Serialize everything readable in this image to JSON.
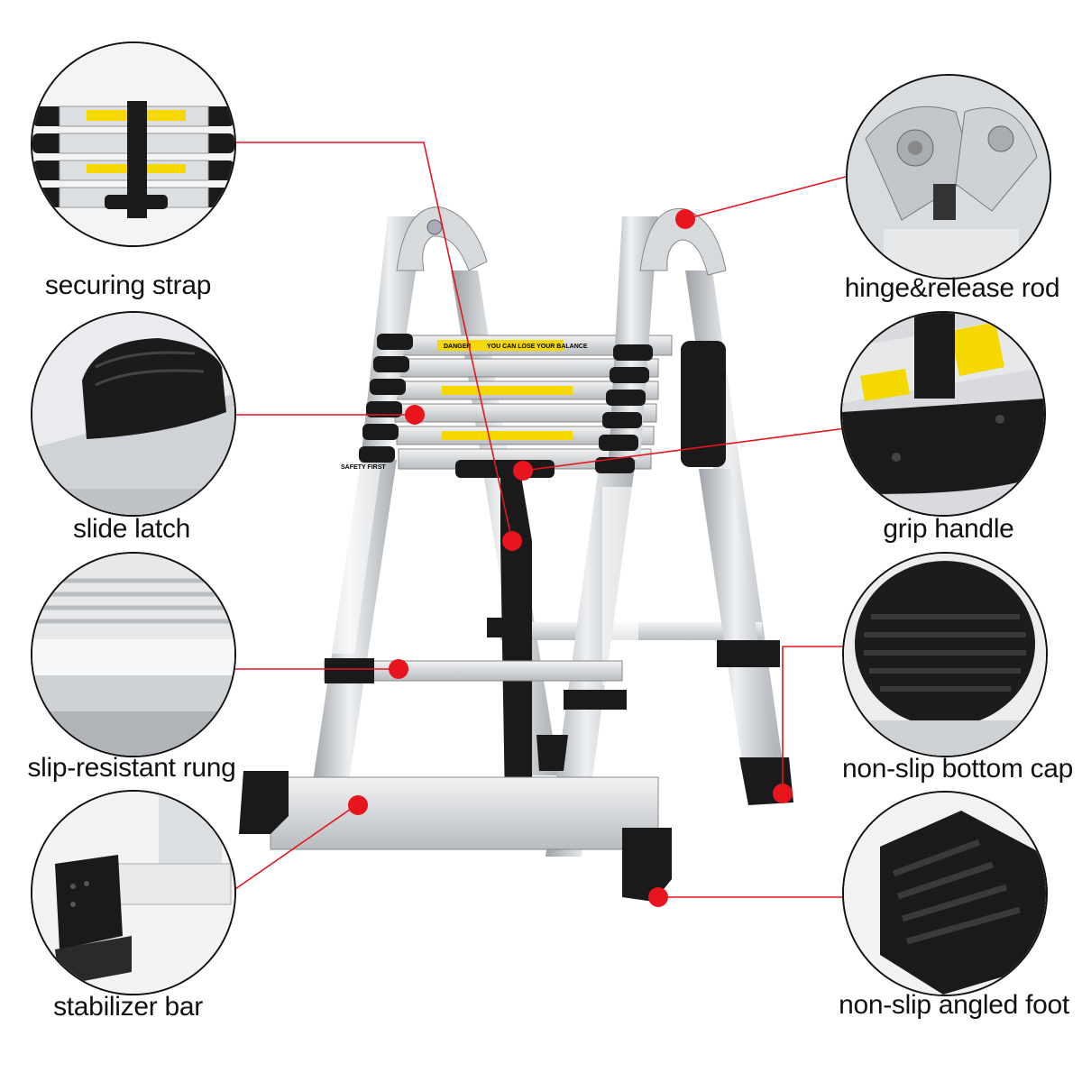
{
  "features": {
    "securing_strap": "securing strap",
    "slide_latch": "slide latch",
    "slip_resistant_rung": "slip-resistant rung",
    "stabilizer_bar": "stabilizer bar",
    "hinge_release_rod": "hinge&release rod",
    "grip_handle": "grip handle",
    "non_slip_bottom_cap": "non-slip bottom cap",
    "non_slip_angled_foot": "non-slip angled foot"
  },
  "ladder_labels": {
    "danger": "DANGER",
    "balance_warning": "YOU CAN LOSE YOUR BALANCE",
    "safety_first": "SAFETY FIRST"
  },
  "colors": {
    "callout_dot": "#e8141e",
    "callout_line": "#e8141e",
    "aluminum": "#c9ccd0",
    "rubber": "#1a1a1a",
    "warning_yellow": "#f5d800"
  }
}
